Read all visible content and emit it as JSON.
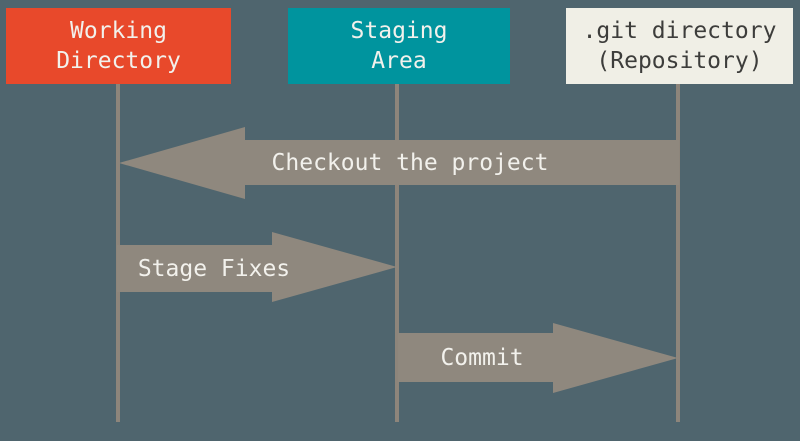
{
  "diagram": {
    "kind": "git-sections-flow",
    "columns": [
      {
        "id": "working-directory",
        "line1": "Working",
        "line2": "Directory",
        "fill": "#e8492b",
        "text_color": "#f2f1ec"
      },
      {
        "id": "staging-area",
        "line1": "Staging",
        "line2": "Area",
        "fill": "#00949e",
        "text_color": "#f2f1ec"
      },
      {
        "id": "git-directory",
        "line1": ".git directory",
        "line2": "(Repository)",
        "fill": "#f0efe6",
        "text_color": "#3d3d3b"
      }
    ],
    "arrows": [
      {
        "label": "Checkout the project",
        "from": "git-directory",
        "to": "working-directory",
        "direction": "left"
      },
      {
        "label": "Stage Fixes",
        "from": "working-directory",
        "to": "staging-area",
        "direction": "right"
      },
      {
        "label": "Commit",
        "from": "staging-area",
        "to": "git-directory",
        "direction": "right"
      }
    ],
    "colors": {
      "background": "#4f656e",
      "arrow_fill": "#8f887e",
      "lifeline_fill": "#8d857b",
      "arrow_text": "#f2f1ec"
    }
  }
}
